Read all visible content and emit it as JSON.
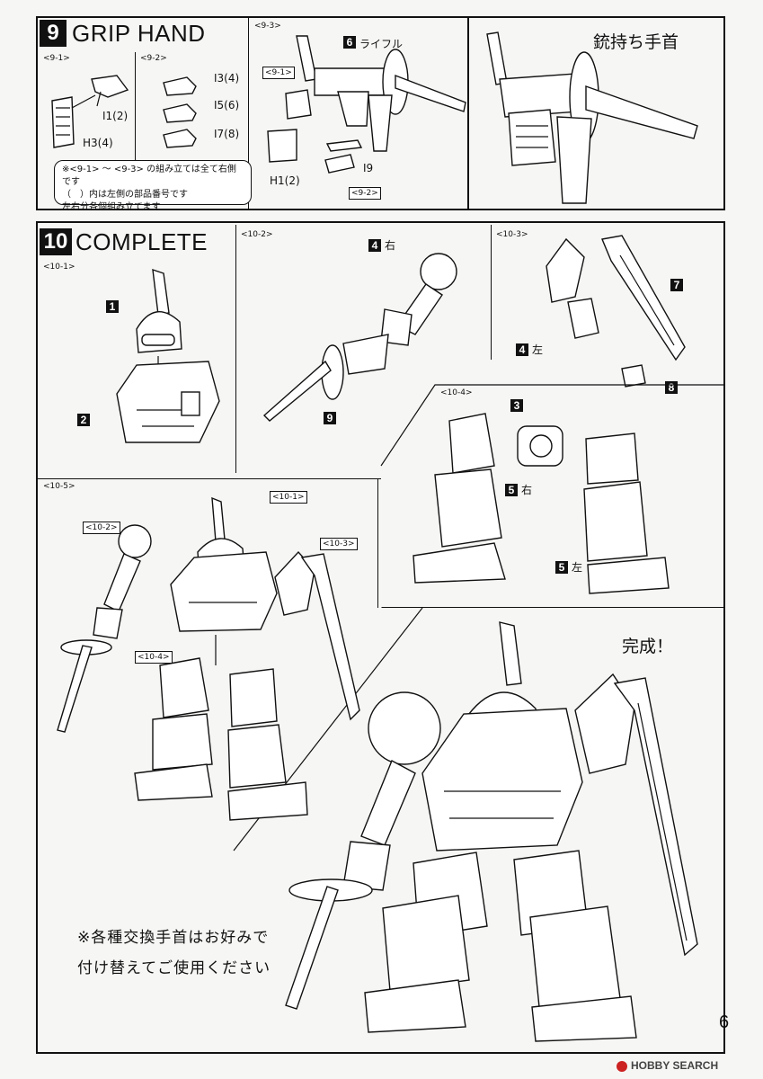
{
  "step9": {
    "number": "9",
    "title": "GRIP HAND",
    "sub1": "<9-1>",
    "sub2": "<9-2>",
    "sub3": "<9-3>",
    "parts_9_1": [
      "I1(2)",
      "H3(4)"
    ],
    "parts_9_2": [
      "I3(4)",
      "I5(6)",
      "I7(8)"
    ],
    "part_6_badge": "6",
    "part_6_label": "ライフル",
    "ref_9_1": "<9-1>",
    "ref_9_2": "<9-2>",
    "parts_9_3": [
      "H1(2)",
      "I9"
    ],
    "note_lines": [
      "※<9-1> ～ <9-3> の組み立ては全て右側です",
      "（　）内は左側の部品番号です",
      "左右分各個組み立てます"
    ],
    "result_label": "銃持ち手首"
  },
  "step10": {
    "number": "10",
    "title": "COMPLETE",
    "sub1": "<10-1>",
    "sub2": "<10-2>",
    "sub3": "<10-3>",
    "sub4": "<10-4>",
    "sub5": "<10-5>",
    "badges": {
      "b1": "1",
      "b2": "2",
      "b3": "3",
      "b4": "4",
      "b4b": "4",
      "b5": "5",
      "b5b": "5",
      "b7": "7",
      "b8": "8",
      "b9": "9"
    },
    "right_label": "右",
    "left_label": "左",
    "refs": [
      "<10-1>",
      "<10-2>",
      "<10-3>",
      "<10-4>"
    ],
    "complete_label": "完成！",
    "footer_note_line1": "※各種交換手首はお好みで",
    "footer_note_line2": "付け替えてご使用ください"
  },
  "page_number": "6",
  "watermark": "HOBBY SEARCH"
}
